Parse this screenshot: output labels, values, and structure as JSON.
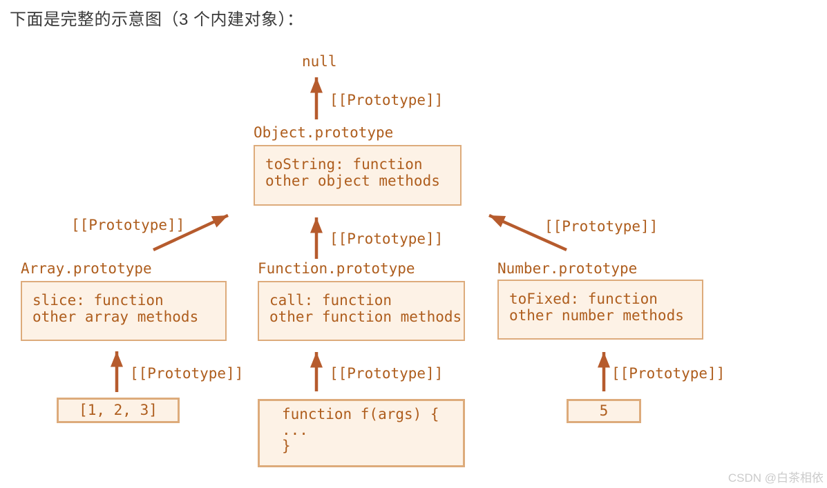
{
  "page": {
    "title": "下面是完整的示意图（3 个内建对象）：",
    "watermark": "CSDN @白茶相依"
  },
  "colors": {
    "page_bg": "#ffffff",
    "title_text": "#3a3a3a",
    "diagram_text": "#ae5d1d",
    "arrow": "#b65b2d",
    "box_border": "#ddab7b",
    "box_fill": "#fdf2e6",
    "watermark_text": "#cbcbcb"
  },
  "diagram": {
    "prototype_edge_label": "[[Prototype]]",
    "null_label": "null",
    "object_prototype": {
      "title": "Object.prototype",
      "lines": [
        "toString: function",
        "other object methods"
      ]
    },
    "array_prototype": {
      "title": "Array.prototype",
      "lines": [
        "slice: function",
        "other array methods"
      ]
    },
    "function_prototype": {
      "title": "Function.prototype",
      "lines": [
        "call: function",
        "other function methods"
      ]
    },
    "number_prototype": {
      "title": "Number.prototype",
      "lines": [
        "toFixed: function",
        "other number methods"
      ]
    },
    "array_instance": "[1, 2, 3]",
    "function_instance": {
      "lines": [
        "function f(args) {",
        "...",
        "}"
      ]
    },
    "number_instance": "5"
  }
}
